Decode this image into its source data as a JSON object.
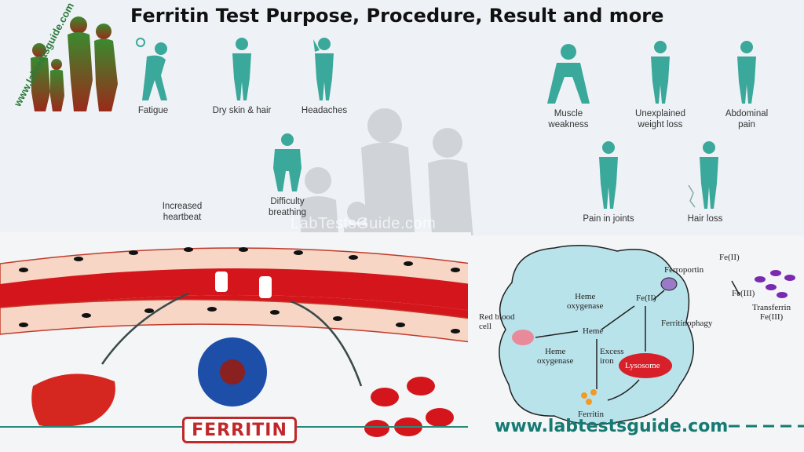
{
  "title": "Ferritin Test Purpose, Procedure, Result and more",
  "logo": {
    "text": "www.labtestsguide.com"
  },
  "symptoms": {
    "fatigue": "Fatigue",
    "dry_skin": "Dry skin & hair",
    "headaches": "Headaches",
    "increased_heartbeat_1": "Increased",
    "increased_heartbeat_2": "heartbeat",
    "difficulty_breathing_1": "Difficulty",
    "difficulty_breathing_2": "breathing",
    "muscle_weakness_1": "Muscle",
    "muscle_weakness_2": "weakness",
    "weight_loss_1": "Unexplained",
    "weight_loss_2": "weight loss",
    "abdominal_pain_1": "Abdominal",
    "abdominal_pain_2": "pain",
    "joint_pain": "Pain in joints",
    "hair_loss": "Hair loss"
  },
  "watermark": "LabTestsGuide.com",
  "ferritin_label": "FERRITIN",
  "diagram": {
    "red_blood_cell_1": "Red blood",
    "red_blood_cell_2": "cell",
    "heme_oxygenase_top_1": "Heme",
    "heme_oxygenase_top_2": "oxygenase",
    "fe2_inner": "Fe(II)",
    "heme": "Heme",
    "heme_oxygenase_bottom_1": "Heme",
    "heme_oxygenase_bottom_2": "oxygenase",
    "excess_iron_1": "Excess",
    "excess_iron_2": "iron",
    "lysosome": "Lysosome",
    "ferritinophagy": "Ferritinophagy",
    "ferroportin": "Ferroportin",
    "ferritin": "Ferritin",
    "fe2_outer": "Fe(II)",
    "fe3_outer": "Fe(III)",
    "transferrin_1": "Transferrin",
    "transferrin_2": "Fe(III)"
  },
  "website": "www.labtestsguide.com",
  "colors": {
    "figure": "#3aa89a",
    "vessel": "#d4161c",
    "cell": "#b9e3ea",
    "lysosome": "#d8202a",
    "site_text": "#157a72"
  }
}
